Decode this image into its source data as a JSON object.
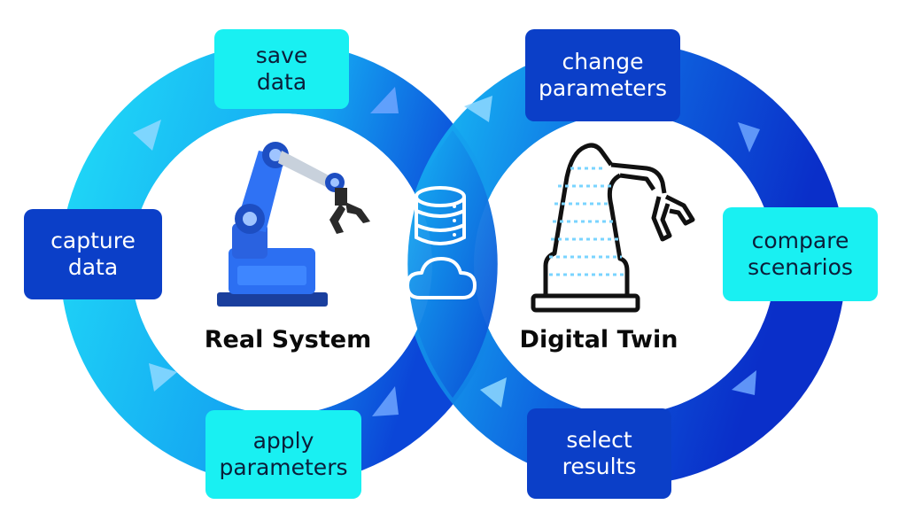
{
  "colors": {
    "light_box": "#19f0f2",
    "dark_box": "#0b3fc8",
    "ring_light": "#19c6f5",
    "ring_dark": "#0a3bd6",
    "text_dark": "#0b1e3a"
  },
  "left_cycle": {
    "center_label": "Real System",
    "icon": "robot-arm-icon",
    "steps": [
      {
        "line1": "save",
        "line2": "data"
      },
      {
        "line1": "capture",
        "line2": "data"
      },
      {
        "line1": "apply",
        "line2": "parameters"
      }
    ]
  },
  "right_cycle": {
    "center_label": "Digital Twin",
    "icon": "digital-robot-arm-icon",
    "steps": [
      {
        "line1": "change",
        "line2": "parameters"
      },
      {
        "line1": "compare",
        "line2": "scenarios"
      },
      {
        "line1": "select",
        "line2": "results"
      }
    ]
  },
  "overlap_icons": [
    "database-icon",
    "cloud-icon"
  ]
}
